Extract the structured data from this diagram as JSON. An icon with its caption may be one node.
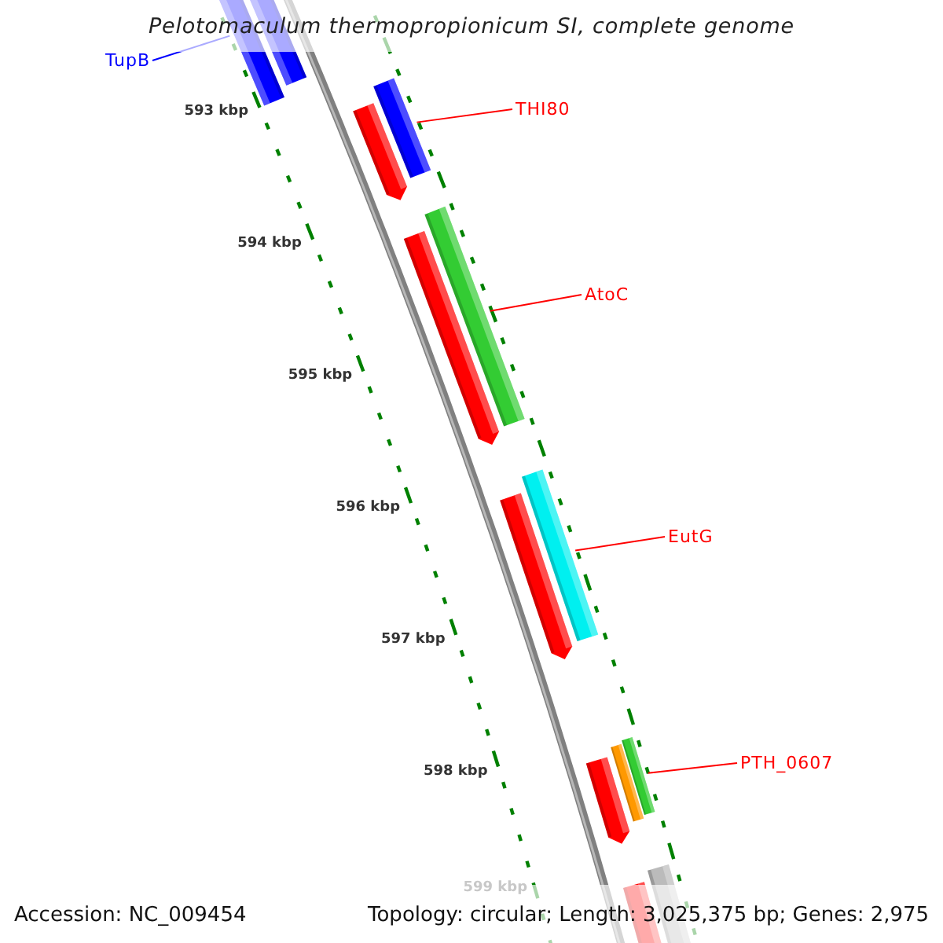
{
  "diagram": {
    "title": "Pelotomaculum thermopropionicum SI, complete genome",
    "nodes": [
      {
        "text": [
          "TupB"
        ]
      },
      {
        "text": [],
        "shape": "bar"
      },
      {
        "text": [
          "THI80"
        ]
      },
      {
        "text": [],
        "shape": "bar"
      },
      {
        "text": [
          "AtoC"
        ]
      },
      {
        "text": [],
        "shape": "bar"
      },
      {
        "text": [
          "EutG"
        ]
      },
      {
        "text": [],
        "shape": "bar"
      },
      {
        "text": [
          "PTH_0607"
        ]
      },
      {
        "text": [],
        "shape": "bar"
      }
    ],
    "edges": [
      {
        "from": 0,
        "to": 1,
        "arrow": "none",
        "color": "#0000ff"
      },
      {
        "from": 2,
        "to": 3,
        "arrow": "none"
      },
      {
        "from": 4,
        "to": 5,
        "arrow": "none"
      },
      {
        "from": 6,
        "to": 7,
        "arrow": "none"
      },
      {
        "from": 8,
        "to": 9,
        "arrow": "none"
      }
    ],
    "labels": [
      "593 kbp",
      "594 kbp",
      "595 kbp",
      "596 kbp",
      "597 kbp",
      "598 kbp",
      "599 kbp",
      "Accession: NC_009454",
      "Topology: circular; Length: 3,025,375 bp; Genes: 2,975"
    ]
  }
}
